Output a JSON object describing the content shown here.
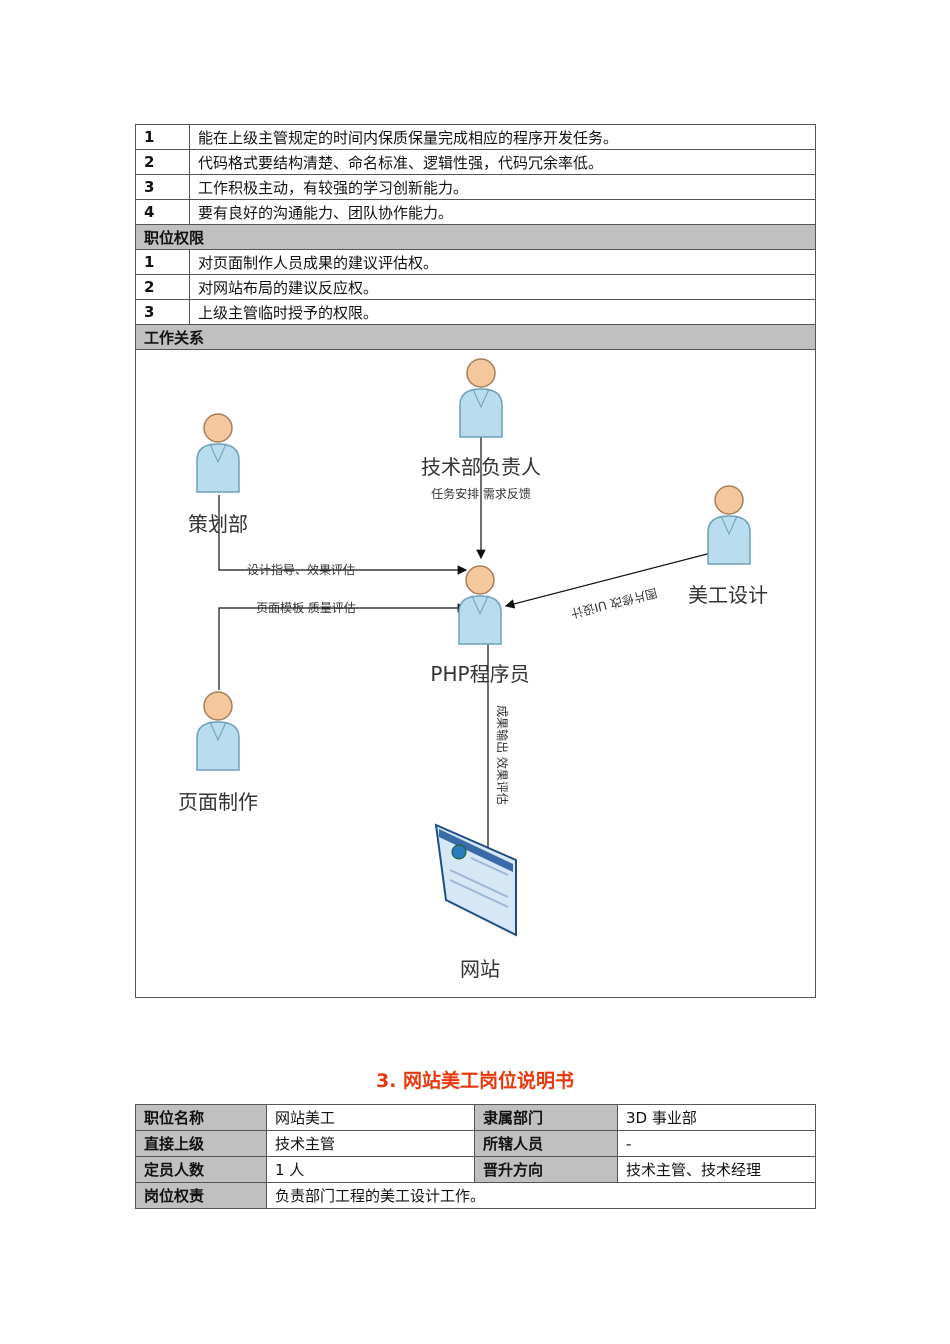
{
  "requirements": [
    {
      "num": "1",
      "text": "能在上级主管规定的时间内保质保量完成相应的程序开发任务。"
    },
    {
      "num": "2",
      "text": "代码格式要结构清楚、命名标准、逻辑性强，代码冗余率低。"
    },
    {
      "num": "3",
      "text": "工作积极主动，有较强的学习创新能力。"
    },
    {
      "num": "4",
      "text": "要有良好的沟通能力、团队协作能力。"
    }
  ],
  "authority": {
    "header": "职位权限",
    "items": [
      {
        "num": "1",
        "text": "对页面制作人员成果的建议评估权。"
      },
      {
        "num": "2",
        "text": "对网站布局的建议反应权。"
      },
      {
        "num": "3",
        "text": "上级主管临时授予的权限。"
      }
    ]
  },
  "relations": {
    "header": "工作关系",
    "nodes": {
      "tech_head": "技术部负责人",
      "planning": "策划部",
      "art": "美工设计",
      "php": "PHP程序员",
      "page": "页面制作",
      "site": "网站"
    },
    "edges": {
      "tech_to_php": "任务安排  需求反馈",
      "planning_to_php": "设计指导、效果评估",
      "page_to_php": "页面模板  质量评估",
      "art_to_php": "图片修改  UI设计",
      "php_to_site": "成果输出  效果评估"
    }
  },
  "section": {
    "title": "3. 网站美工岗位说明书"
  },
  "info": {
    "position_name_label": "职位名称",
    "position_name": "网站美工",
    "dept_label": "隶属部门",
    "dept": "3D 事业部",
    "superior_label": "直接上级",
    "superior": "技术主管",
    "subordinates_label": "所辖人员",
    "subordinates": "-",
    "headcount_label": "定员人数",
    "headcount": "1 人",
    "promotion_label": "晋升方向",
    "promotion": "技术主管、技术经理",
    "duty_label": "岗位权责",
    "duty": "负责部门工程的美工设计工作。"
  }
}
